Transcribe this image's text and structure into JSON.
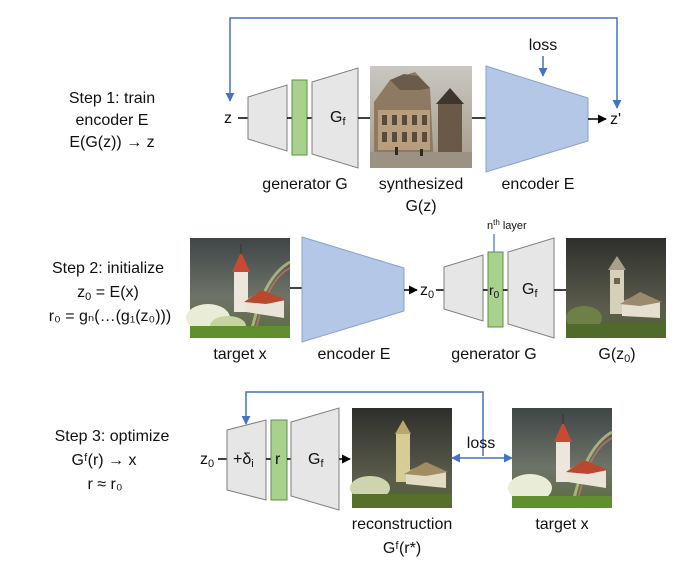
{
  "steps": {
    "s1": {
      "line1": "Step 1: train",
      "line2": "encoder E",
      "line3": "E(G(z)) → z"
    },
    "s2": {
      "line1": "Step 2: initialize",
      "line2_a": "z",
      "line2_sub": "0",
      "line2_b": " = E(x)",
      "line3": "r₀ = gₙ(…(g₁(z₀)))"
    },
    "s3": {
      "line1": "Step 3: optimize",
      "line2": "Gᶠ(r) → x",
      "line3": "r ≈ r₀"
    }
  },
  "row1": {
    "z": "z",
    "gf": "G",
    "gf_sub": "f",
    "loss": "loss",
    "zprime": "z'",
    "generator": "generator G",
    "synth1": "synthesized",
    "synth2": "G(z)",
    "encoder": "encoder E"
  },
  "row2": {
    "nth_n": "n",
    "nth_sup": "th",
    "nth_rest": " layer",
    "target": "target x",
    "encoder": "encoder E",
    "z0": "z",
    "z0_sub": "0",
    "r0": "r",
    "r0_sub": "0",
    "gf": "G",
    "gf_sub": "f",
    "generator": "generator G",
    "gz0": "G(z",
    "gz0_sub": "0",
    "gz0_close": ")"
  },
  "row3": {
    "z0": "z",
    "z0_sub": "0",
    "delta": "+δ",
    "delta_sub": "i",
    "r": "r",
    "gf": "G",
    "gf_sub": "f",
    "loss": "loss",
    "recon": "reconstruction",
    "recon_expr": "Gᶠ(r*)",
    "target": "target x"
  },
  "colors": {
    "generator_block": "#e6e6e6",
    "layer_block": "#a9d18e",
    "encoder_block": "#b4c7e7",
    "feedback_arrow": "#4472c4"
  },
  "icons": {
    "image1": "cathedral-photo",
    "image2": "church-rainbow-photo",
    "image3": "church-generated-photo"
  }
}
